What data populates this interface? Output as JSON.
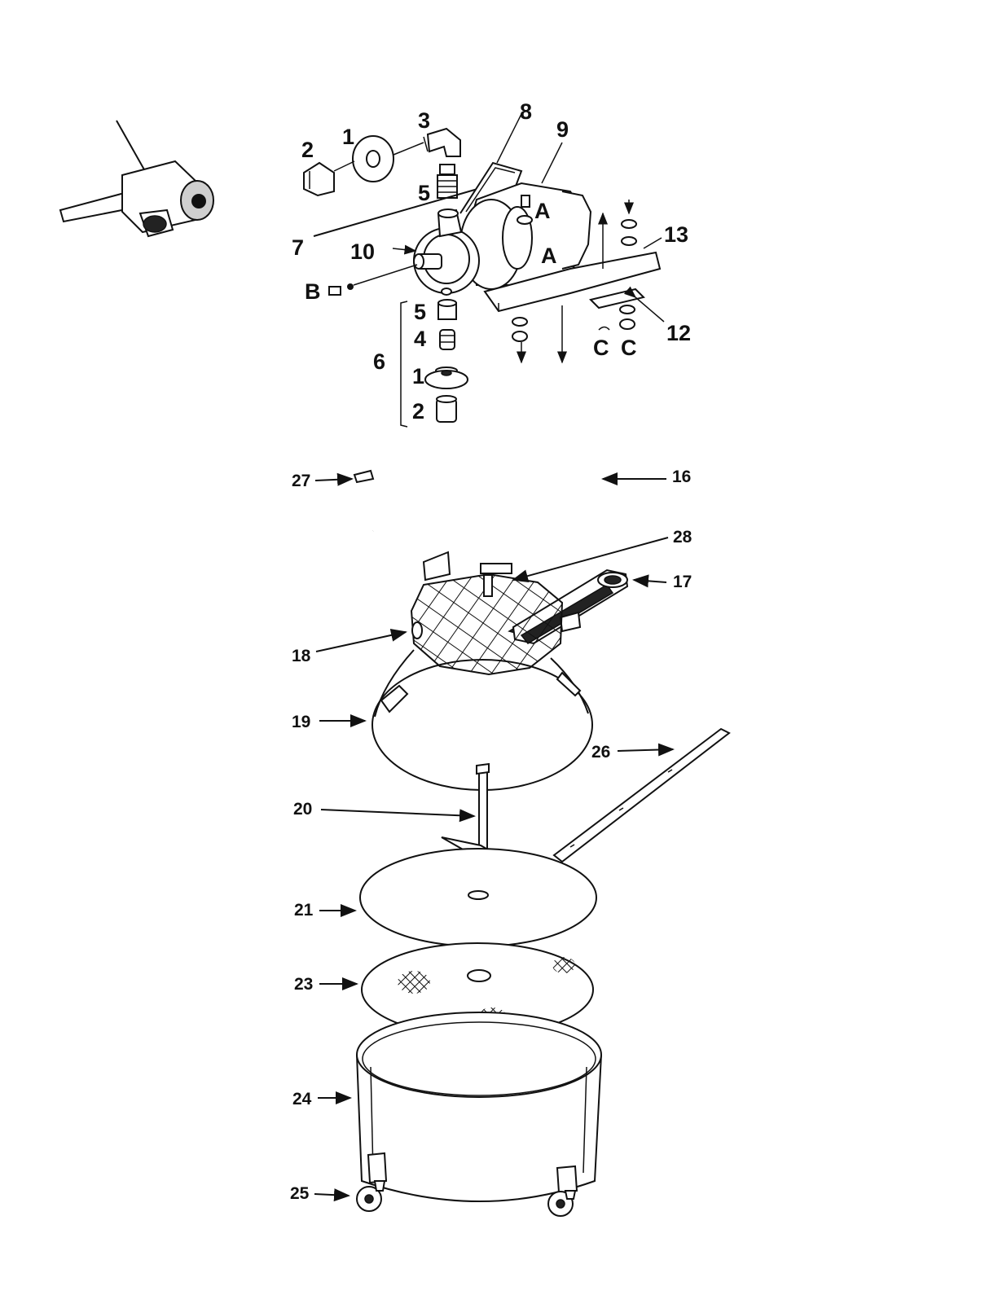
{
  "pump_labels": {
    "p1_top": "1",
    "p2_top": "2",
    "p3": "3",
    "p5_top": "5",
    "p7": "7",
    "p8": "8",
    "p9": "9",
    "p10": "10",
    "pB": "B",
    "pA_top": "A",
    "pA_low": "A",
    "p13": "13",
    "p12": "12",
    "pC1": "C",
    "pC2": "C",
    "p5_low": "5",
    "p4": "4",
    "p6": "6",
    "p1_low": "1",
    "p2_low": "2"
  },
  "tank_labels": {
    "p27": "27",
    "p16": "16",
    "p28": "28",
    "p17": "17",
    "p18": "18",
    "p19": "19",
    "p26": "26",
    "p20": "20",
    "p21": "21",
    "p23": "23",
    "p24": "24",
    "p25": "25"
  }
}
